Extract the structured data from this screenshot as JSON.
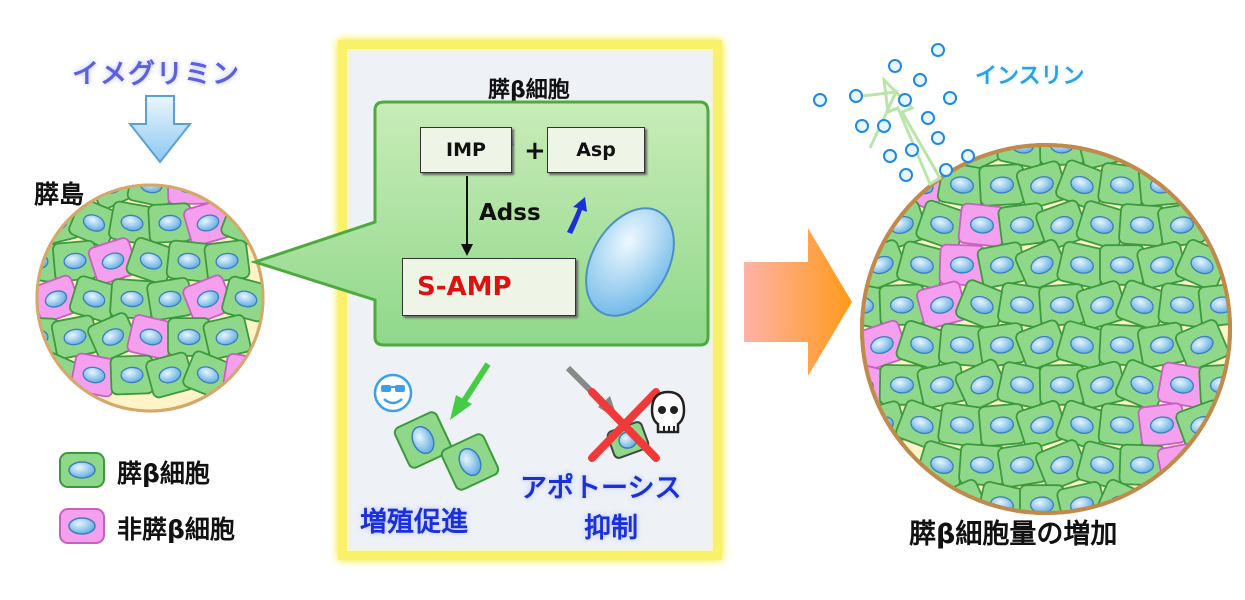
{
  "left": {
    "drug_label": "イメグリミン",
    "islet_label": "膵島"
  },
  "legend": {
    "items": [
      {
        "label": "膵β細胞",
        "color": "#8fd88a"
      },
      {
        "label": "非膵β細胞",
        "color": "#f5a0ee"
      }
    ]
  },
  "panel": {
    "title": "膵β細胞",
    "imp_label": "IMP",
    "asp_label": "Asp",
    "plus": "+",
    "adss_label": "Adss",
    "samp_label": "S-AMP",
    "proliferation_label": "増殖促進",
    "apoptosis_label_1": "アポトーシス",
    "apoptosis_label_2": "抑制"
  },
  "right": {
    "insulin_label": "インスリン",
    "result_label": "膵β細胞量の増加"
  },
  "colors": {
    "beta_cell": "#8fd88a",
    "non_beta_cell": "#f5a0ee",
    "islet_bg": "#fff3c8",
    "panel_border": "#f9f16a",
    "accent_blue": "#1a30d8",
    "samp_red": "#e01010"
  },
  "icons": [
    "down-arrow-icon",
    "smiley-sunglasses-icon",
    "skull-icon",
    "red-cross-icon",
    "big-right-arrow-icon",
    "up-arrow-icon"
  ]
}
